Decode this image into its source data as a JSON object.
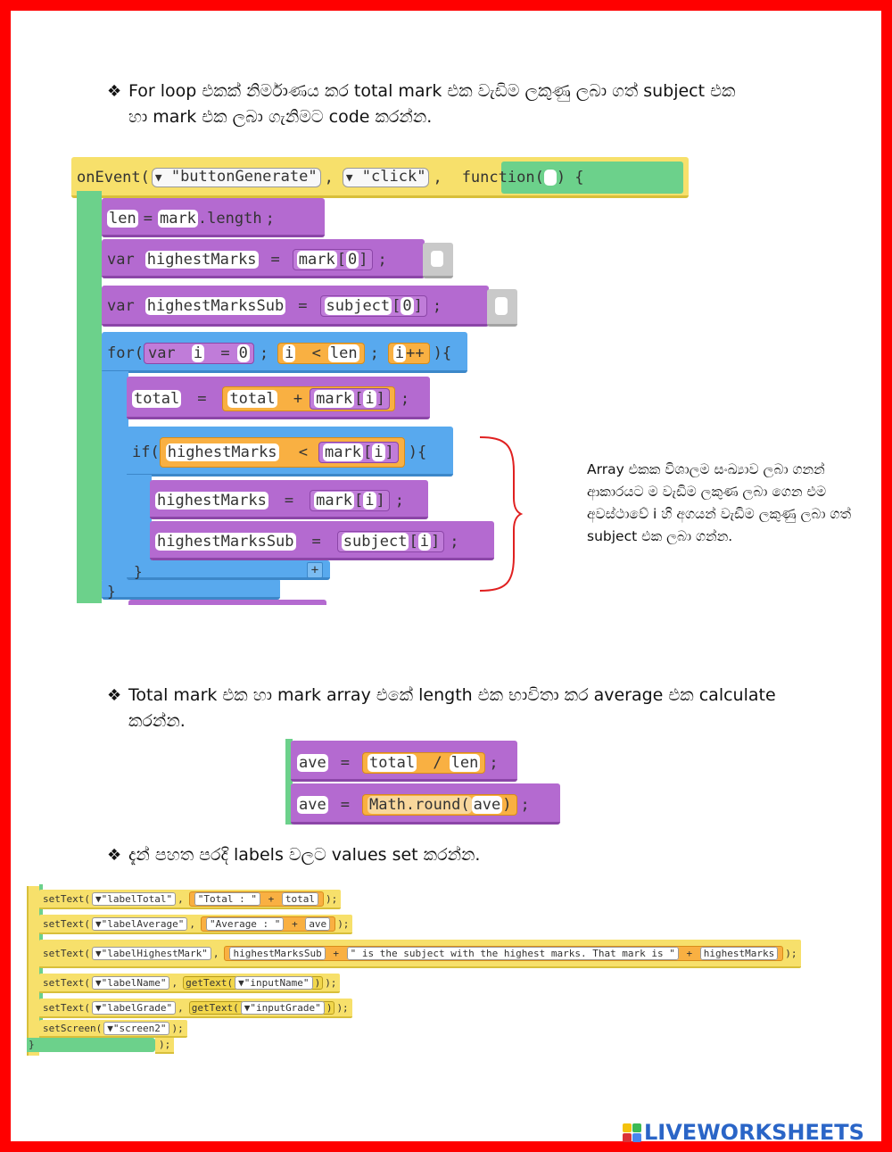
{
  "step1": {
    "bullet": "❖",
    "line1": "For loop එකක් නිර්මාණය කර total mark එක වැඩිම ලකුණු ලබා ගත් subject එක",
    "line2": "හා mark එක ලබා ගැනිමට code කරන්න."
  },
  "block1": {
    "on_event": "onEvent(",
    "button_id": "\"buttonGenerate\"",
    "comma1": ",",
    "event_type": "\"click\"",
    "comma2": ",",
    "function_kw": "function(",
    "function_end": ")  {",
    "len_var": "len",
    "eq": "=",
    "mark_arr": "mark",
    "length_prop": ".length",
    "semi": ";",
    "var_kw": "var",
    "highest_marks": "highestMarks",
    "zero": "0",
    "highest_marks_sub": "highestMarksSub",
    "subject_arr": "subject",
    "for_kw": "for(",
    "i_var": "i",
    "lt": "<",
    "incr": "++",
    "for_end": "){",
    "total": "total",
    "plus": "+",
    "if_kw": "if(",
    "close_brace": "}",
    "add_btn": "+"
  },
  "note": {
    "text": "Array එකක විශාලම සංඛ්‍යාව ලබා ගනන් ආකාරයට ම වැඩිම ලකුණ ලබා ගෙන එම අවස්ථාවේ i හි අගයන් වැඩිම ලකුණු ලබා ගත් subject එක ලබා ගන්න."
  },
  "step2": {
    "bullet": "❖",
    "line1": "Total mark එක හා mark array එකේ length එක භාවිතා කර average එක calculate",
    "line2": "කරන්න."
  },
  "block2": {
    "ave": "ave",
    "eq": "=",
    "total": "total",
    "div": "/",
    "len": "len",
    "math_round": "Math.round(",
    "close": ")",
    "semi": ";"
  },
  "step3": {
    "bullet": "❖",
    "line1": "දැන් පහත පරදි labels වලට values set කරන්න."
  },
  "block3": {
    "lines": [
      {
        "fn": "setText(",
        "id": "\"labelTotal\"",
        "parts": [
          "\"Total : \"",
          "+",
          "total"
        ],
        "end": ");"
      },
      {
        "fn": "setText(",
        "id": "\"labelAverage\"",
        "parts": [
          "\"Average : \"",
          "+",
          "ave"
        ],
        "end": ");"
      },
      {
        "fn": "setText(",
        "id": "\"labelHighestMark\"",
        "parts": [
          "highestMarksSub",
          "+",
          "\" is the subject with the highest marks. That mark is \"",
          "+",
          "highestMarks"
        ],
        "end": ");"
      },
      {
        "fn": "setText(",
        "id": "\"labelName\"",
        "parts": [
          "getText(",
          "\"inputName\"",
          ")"
        ],
        "end": ");"
      },
      {
        "fn": "setText(",
        "id": "\"labelGrade\"",
        "parts": [
          "getText(",
          "\"inputGrade\"",
          ")"
        ],
        "end": ");"
      },
      {
        "fn": "setScreen(",
        "id": "\"screen2\"",
        "parts": [],
        "end": ");"
      }
    ],
    "closing": "}",
    "closing_end": ");"
  },
  "brand": {
    "name": "LIVEWORKSHEETS"
  },
  "colors": {
    "frame": "#ff0000",
    "event_block": "#f7e06b",
    "function_block": "#6cd18b",
    "variable_block": "#b46ad0",
    "control_block": "#58a9ee",
    "math_block": "#f9b042",
    "brand": "#2a65c7"
  }
}
